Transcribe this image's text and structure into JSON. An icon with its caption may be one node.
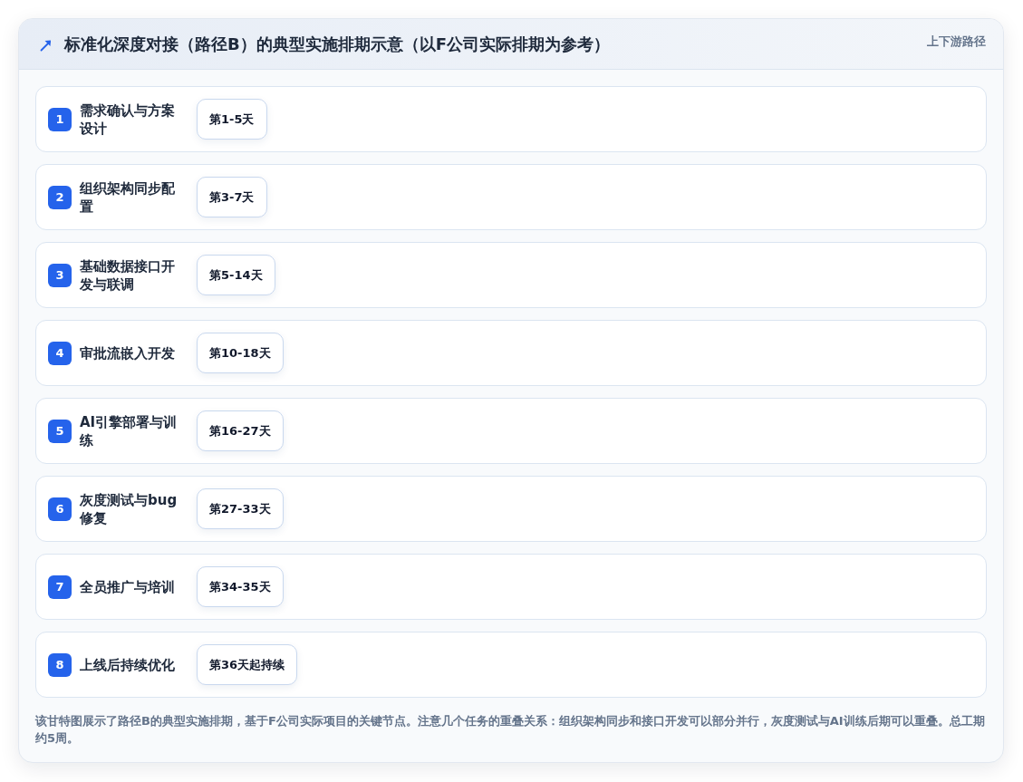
{
  "diagram": {
    "title": "标准化深度对接（路径B）的典型实施排期示意（以F公司实际排期为参考）",
    "caption": "该甘特图展示了路径B的典型实施排期，基于F公司实际项目的关键节点。注意几个任务的重叠关系：组织架构同步和接口开发可以部分并行，灰度测试与AI训练后期可以重叠。总工期约5周。",
    "nodes": [
      {
        "text": [
          "需求确认与方案设计"
        ]
      },
      {
        "text": [
          "1"
        ],
        "in": 0
      },
      {
        "text": [
          "第1-5天"
        ],
        "in": 0
      },
      {
        "text": [
          "组织架构同步配置"
        ]
      },
      {
        "text": [
          "2"
        ],
        "in": 3
      },
      {
        "text": [
          "第3-7天"
        ],
        "in": 3
      },
      {
        "text": [
          "基础数据接口开发与联调"
        ]
      },
      {
        "text": [
          "3"
        ],
        "in": 6
      },
      {
        "text": [
          "第5-14天"
        ],
        "in": 6
      },
      {
        "text": [
          "审批流嵌入开发"
        ]
      },
      {
        "text": [
          "4"
        ],
        "in": 9
      },
      {
        "text": [
          "第10-18天"
        ],
        "in": 9
      },
      {
        "text": [
          "AI引擎部署与训练"
        ]
      },
      {
        "text": [
          "5"
        ],
        "in": 12
      },
      {
        "text": [
          "第16-27天"
        ],
        "in": 12
      },
      {
        "text": [
          "灰度测试与bug修复"
        ]
      },
      {
        "text": [
          "6"
        ],
        "in": 15
      },
      {
        "text": [
          "第27-33天"
        ],
        "in": 15
      },
      {
        "text": [
          "全员推广与培训"
        ]
      },
      {
        "text": [
          "7"
        ],
        "in": 18
      },
      {
        "text": [
          "第34-35天"
        ],
        "in": 18
      },
      {
        "text": [
          "上线后持续优化"
        ]
      },
      {
        "text": [
          "8"
        ],
        "in": 21
      },
      {
        "text": [
          "第36天起持续"
        ],
        "in": 21
      }
    ],
    "labels": [
      "上下游路径"
    ]
  }
}
